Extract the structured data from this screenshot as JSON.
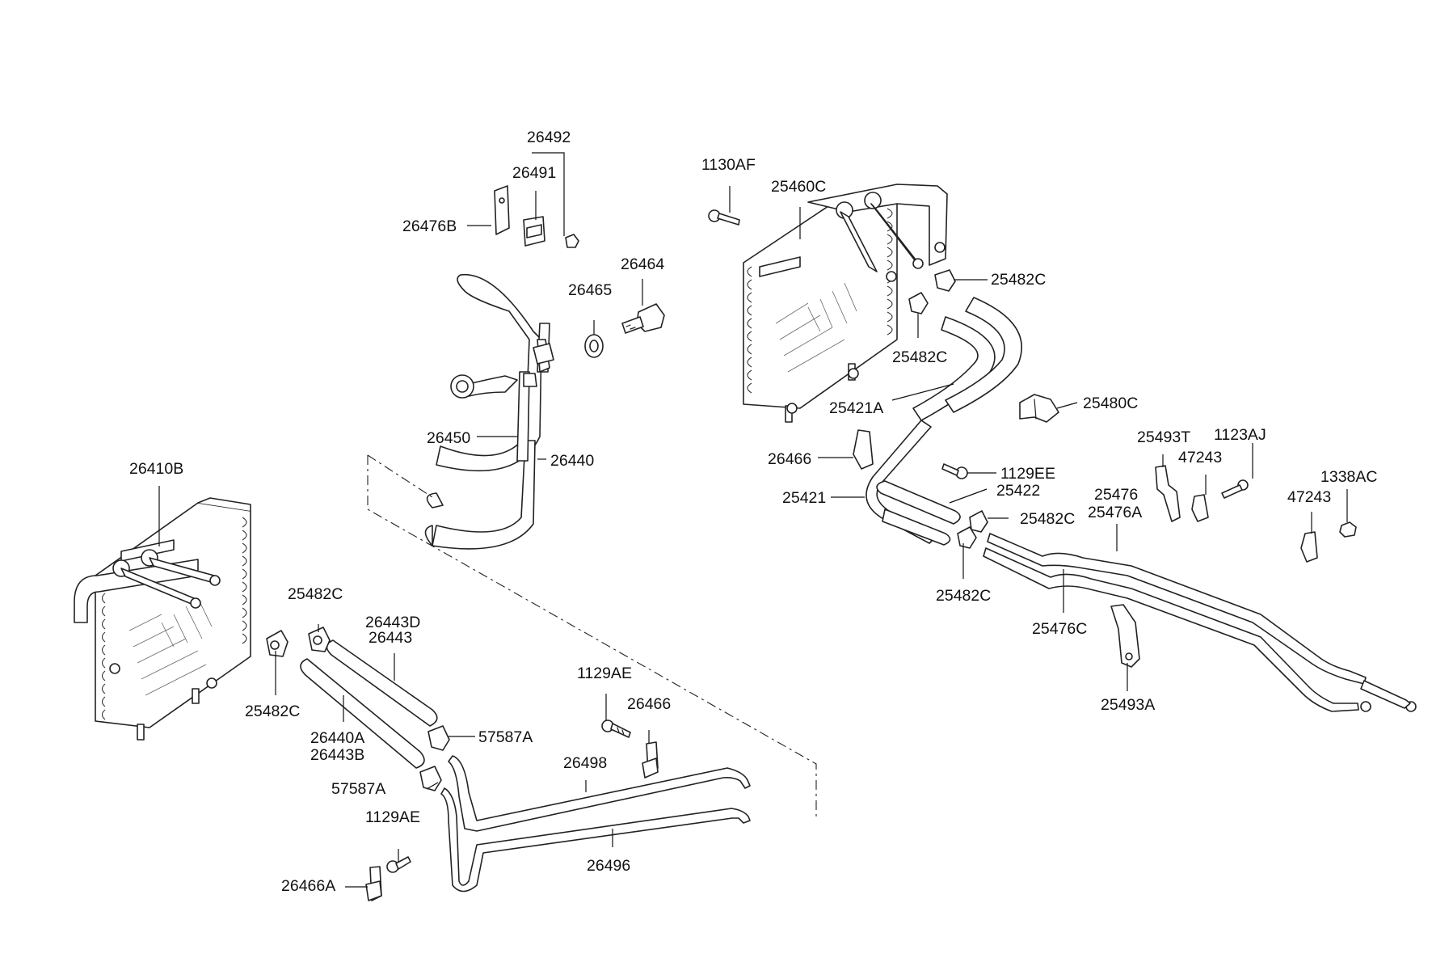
{
  "labels": {
    "p26492": "26492",
    "p26491": "26491",
    "p26476B": "26476B",
    "p1130AF": "1130AF",
    "p25460C": "25460C",
    "p26464": "26464",
    "p26465": "26465",
    "p25482C_a": "25482C",
    "p25482C_b": "25482C",
    "p25421A": "25421A",
    "p25480C": "25480C",
    "p26450": "26450",
    "p26440": "26440",
    "p26466_a": "26466",
    "p25493T": "25493T",
    "p1123AJ": "1123AJ",
    "p47243_a": "47243",
    "p1129EE": "1129EE",
    "p1338AC": "1338AC",
    "p25422": "25422",
    "p25476": "25476",
    "p25476A": "25476A",
    "p47243_b": "47243",
    "p25421": "25421",
    "p25482C_c": "25482C",
    "p25482C_d": "25482C",
    "p26410B": "26410B",
    "p25476C": "25476C",
    "p25482C_e": "25482C",
    "p26443D": "26443D",
    "p26443": "26443",
    "p25493A": "25493A",
    "p1129AE_a": "1129AE",
    "p26466_b": "26466",
    "p25482C_f": "25482C",
    "p57587A_a": "57587A",
    "p26440A": "26440A",
    "p26443B": "26443B",
    "p26498": "26498",
    "p57587A_b": "57587A",
    "p1129AE_b": "1129AE",
    "p26496": "26496",
    "p26466A": "26466A"
  }
}
